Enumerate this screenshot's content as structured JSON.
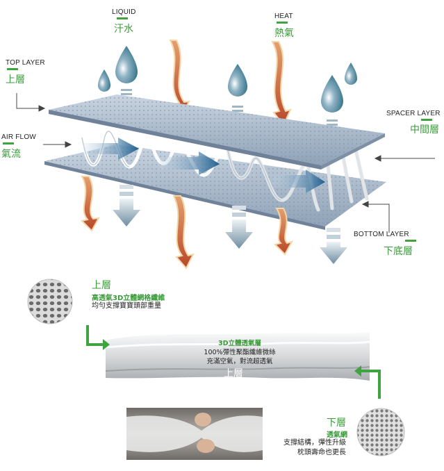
{
  "labels": {
    "liquid": {
      "en": "LIQUID",
      "zh": "汗水"
    },
    "heat": {
      "en": "HEAT",
      "zh": "熱氣"
    },
    "top_layer": {
      "en": "TOP LAYER",
      "zh": "上層"
    },
    "air_flow": {
      "en": "AIR FLOW",
      "zh": "氣流"
    },
    "spacer_layer": {
      "en": "SPACER LAYER",
      "zh": "中間層"
    },
    "bottom_layer": {
      "en": "BOTTOM LAYER",
      "zh": "下底層"
    }
  },
  "top_detail": {
    "title": "上層",
    "subtitle": "高透氣3D立體網格纖維",
    "body": "均勻支撐寶寶頭部重量"
  },
  "fabric_section": {
    "title": "3D立體透氣層",
    "line1": "100%彈性聚酯纖維微絲",
    "line2": "充滿空氣，對流超透氣",
    "label": "上層"
  },
  "bottom_detail": {
    "title": "下層",
    "subtitle": "透氣網",
    "line1": "支撐結構，彈性升級",
    "line2": "枕頭壽命也更長"
  },
  "colors": {
    "accent_green": "#3fa33f",
    "heat_arrow": "#c0522d",
    "air_arrow": "#1f5f8f",
    "drop": "#2f6f86"
  }
}
